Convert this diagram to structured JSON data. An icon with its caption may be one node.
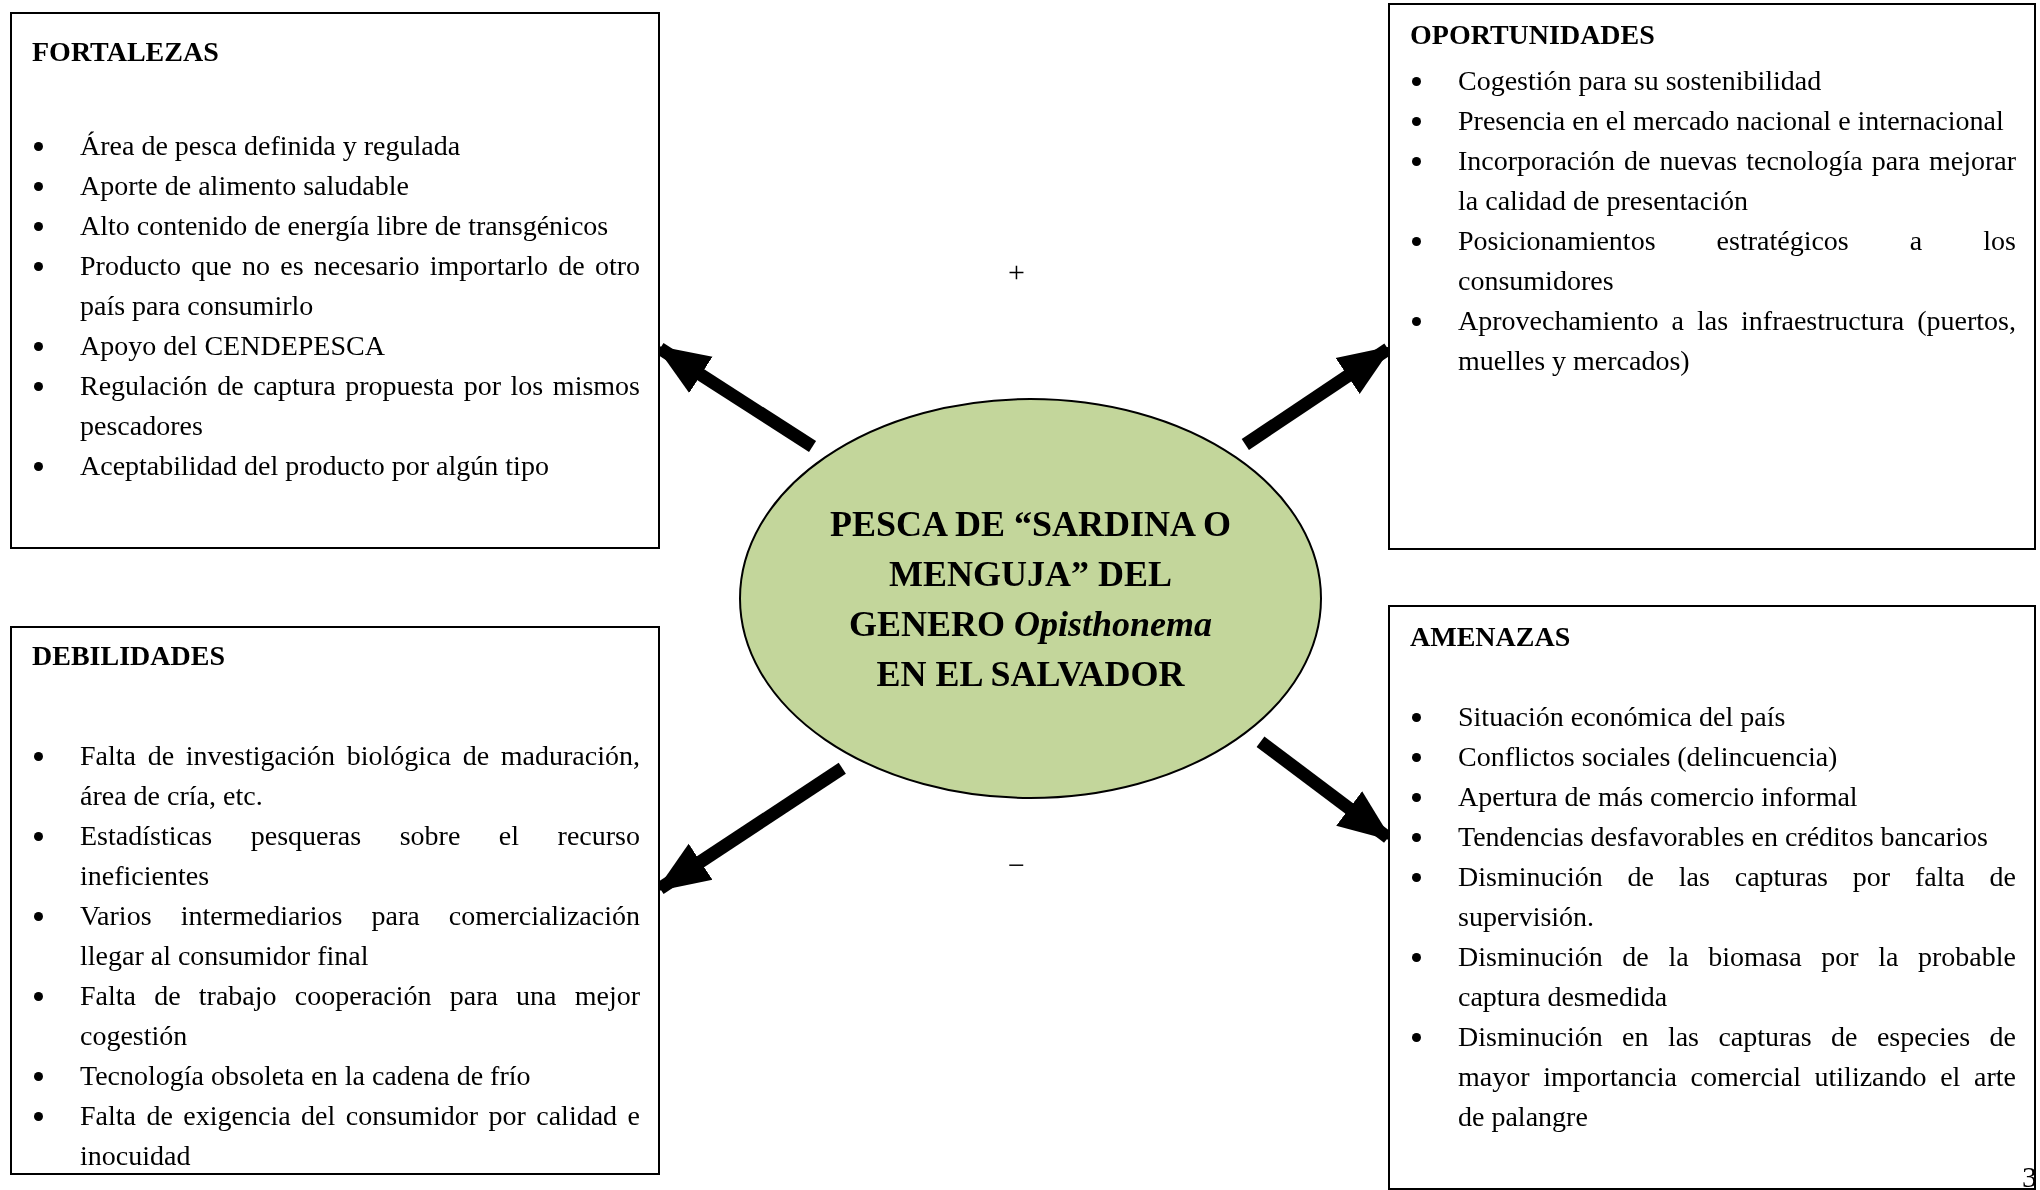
{
  "diagram": {
    "nodes": [
      {
        "text": [
          "FORTALEZAS",
          "Área de pesca definida y regulada",
          "Aporte de alimento saludable",
          "Alto contenido de energía libre de transgénicos",
          "Producto que no es necesario importarlo de otro país para consumirlo",
          "Apoyo del CENDEPESCA",
          "Regulación de captura propuesta por los mismos pescadores",
          "Aceptabilidad del producto por algún tipo"
        ]
      },
      {
        "text": [
          "OPORTUNIDADES",
          "Cogestión para su sostenibilidad",
          "Presencia en el mercado nacional e internacional",
          "Incorporación de nuevas tecnología para mejorar la calidad de presentación",
          "Posicionamientos estratégicos a los consumidores",
          "Aprovechamiento a las infraestructura (puertos, muelles y mercados)"
        ]
      },
      {
        "text": [
          "PESCA DE “SARDINA O MENGUJA” DEL GENERO *Opisthonema* EN EL SALVADOR"
        ]
      },
      {
        "text": [
          "DEBILIDADES",
          "Falta de investigación biológica de maduración, área de cría, etc.",
          "Estadísticas pesqueras sobre el recurso ineficientes",
          "Varios intermediarios para comercialización llegar al consumidor final",
          "Falta de trabajo cooperación para una mejor cogestión",
          "Tecnología obsoleta en la cadena de frío",
          "Falta de exigencia del consumidor por calidad e inocuidad"
        ]
      },
      {
        "text": [
          "AMENAZAS",
          "Situación económica del país",
          "Conflictos sociales (delincuencia)",
          "Apertura de más comercio informal",
          "Tendencias desfavorables en créditos bancarios",
          "Disminución de las capturas por falta de supervisión.",
          "Disminución de la biomasa por la probable captura desmedida",
          "Disminución en las capturas de especies de mayor importancia comercial utilizando el arte de palangre"
        ]
      }
    ],
    "edges": [
      {
        "from": 2,
        "to": 0,
        "arrow": "to"
      },
      {
        "from": 2,
        "to": 1,
        "arrow": "to"
      },
      {
        "from": 2,
        "to": 3,
        "arrow": "to"
      },
      {
        "from": 2,
        "to": 4,
        "arrow": "to"
      }
    ],
    "labels": [
      "+",
      "−",
      "3"
    ]
  }
}
